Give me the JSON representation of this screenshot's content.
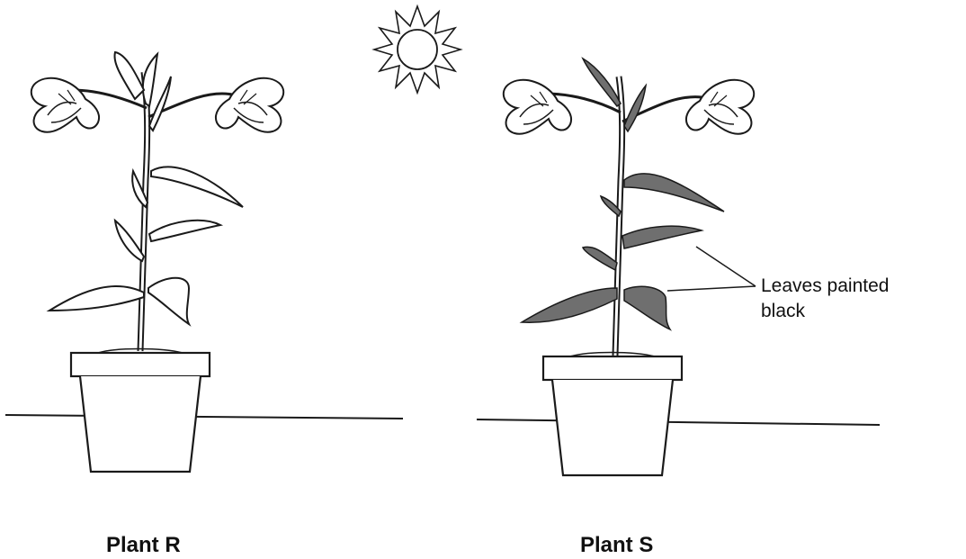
{
  "plants": [
    {
      "label": "Plant R"
    },
    {
      "label": "Plant S"
    }
  ],
  "annotation": {
    "line1": "Leaves painted",
    "line2": "black"
  },
  "icons": [
    "sun-icon",
    "flower-icon"
  ],
  "colors": {
    "outline": "#1a1a1a",
    "painted_leaf": "#6f6f6f",
    "background": "#ffffff"
  }
}
